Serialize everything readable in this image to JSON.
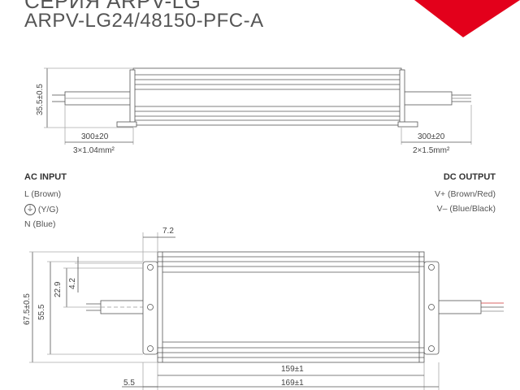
{
  "header": {
    "title_line1": "СЕРИЯ ARPV-LG",
    "title_line2": "ARPV-LG24/48150-PFC-A",
    "brand_color": "#e3001b"
  },
  "top_view": {
    "height_dim": "35.5±0.5",
    "left_cable_length": "300±20",
    "left_cable_section": "3×1.04mm²",
    "right_cable_length": "300±20",
    "right_cable_section": "2×1.5mm²"
  },
  "ac_input": {
    "heading": "AC INPUT",
    "line1": "L (Brown)",
    "line2": "(Y/G)",
    "line3": "N (Blue)",
    "ground_icon": "ground-icon"
  },
  "dc_output": {
    "heading": "DC OUTPUT",
    "line1": "V+ (Brown/Red)",
    "line2": "V– (Blue/Black)"
  },
  "front_view": {
    "dim_7_2": "7.2",
    "dim_4_2": "4.2",
    "dim_22_9": "22.9",
    "dim_55_5": "55.5",
    "dim_67_5": "67.5±0.5",
    "dim_159": "159±1",
    "dim_169": "169±1",
    "dim_5_5": "5.5"
  }
}
